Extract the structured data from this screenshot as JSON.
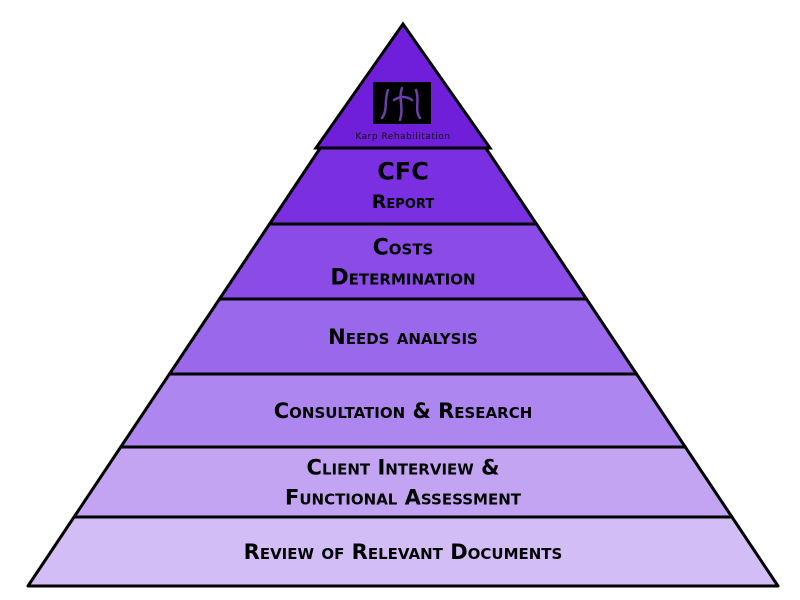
{
  "logo": {
    "caption": "Karp Rehabilitation",
    "icon": "spine-logo-icon",
    "background": "#000000",
    "accent": "#6a3fa8"
  },
  "tiers": [
    {
      "lines": [
        "CFC",
        "Report"
      ],
      "color": "#7a2fe0"
    },
    {
      "lines": [
        "Costs",
        "Determination"
      ],
      "color": "#8a4be6"
    },
    {
      "lines": [
        "Needs analysis"
      ],
      "color": "#9a68ea"
    },
    {
      "lines": [
        "Consultation & Research"
      ],
      "color": "#ae86ef"
    },
    {
      "lines": [
        "Client Interview &",
        "Functional Assessment"
      ],
      "color": "#c2a4f3"
    },
    {
      "lines": [
        "Review of Relevant Documents"
      ],
      "color": "#d3bdf7"
    }
  ],
  "apex_color": "#6f1fd9",
  "outline_color": "#000000"
}
